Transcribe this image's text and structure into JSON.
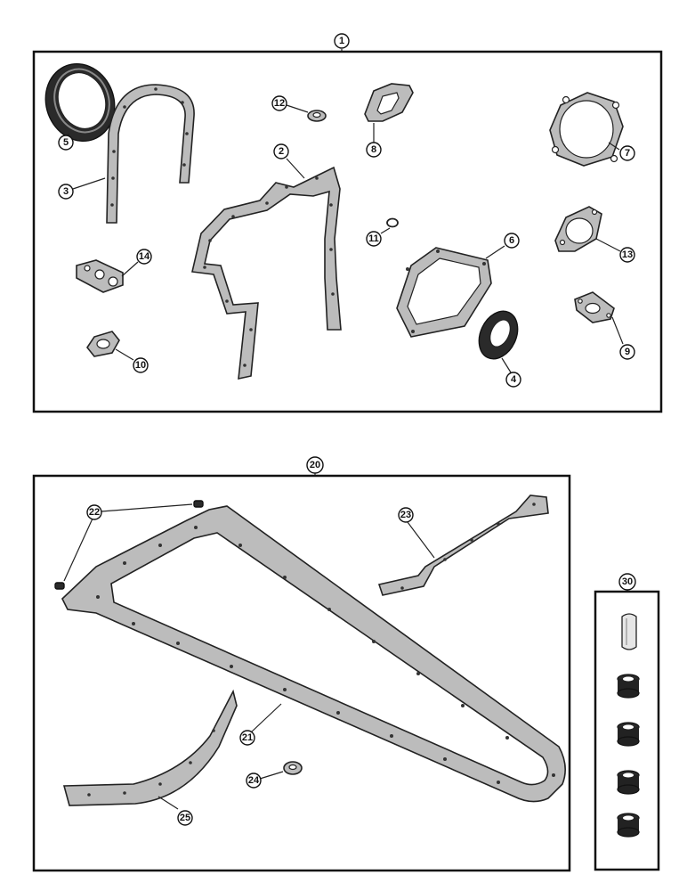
{
  "kits": [
    {
      "label": "1",
      "parts": [
        "2",
        "3",
        "4",
        "5",
        "6",
        "7",
        "8",
        "9",
        "10",
        "11",
        "12",
        "13",
        "14"
      ]
    },
    {
      "label": "20",
      "parts": [
        "21",
        "22",
        "22",
        "23",
        "24",
        "25"
      ]
    },
    {
      "label": "30"
    }
  ],
  "callouts": {
    "c1": "1",
    "c2": "2",
    "c3": "3",
    "c4": "4",
    "c5": "5",
    "c6": "6",
    "c7": "7",
    "c8": "8",
    "c9": "9",
    "c10": "10",
    "c11": "11",
    "c12": "12",
    "c13": "13",
    "c14": "14",
    "c20": "20",
    "c21": "21",
    "c22": "22",
    "c23": "23",
    "c24": "24",
    "c25": "25",
    "c30": "30"
  }
}
